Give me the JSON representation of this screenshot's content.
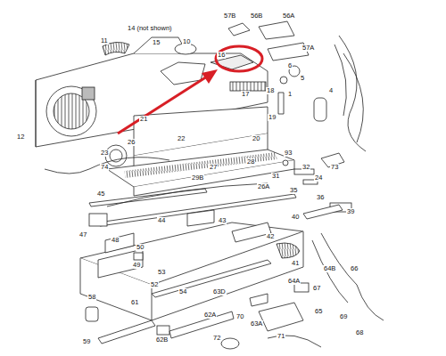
{
  "diagram": {
    "labels": [
      "11",
      "14 (not shown)",
      "15",
      "10",
      "57B",
      "56B",
      "56A",
      "16",
      "57A",
      "6",
      "5",
      "18",
      "17",
      "1",
      "4",
      "12",
      "21",
      "19",
      "20",
      "22",
      "26",
      "23",
      "74",
      "27",
      "28",
      "93",
      "32",
      "73",
      "31",
      "29B",
      "24",
      "26A",
      "35",
      "36",
      "39",
      "45",
      "40",
      "44",
      "43",
      "42",
      "47",
      "48",
      "50",
      "49",
      "41",
      "64B",
      "66",
      "53",
      "52",
      "54",
      "63D",
      "64A",
      "67",
      "65",
      "58",
      "61",
      "62A",
      "70",
      "63A",
      "69",
      "59",
      "62B",
      "72",
      "71",
      "68"
    ]
  }
}
